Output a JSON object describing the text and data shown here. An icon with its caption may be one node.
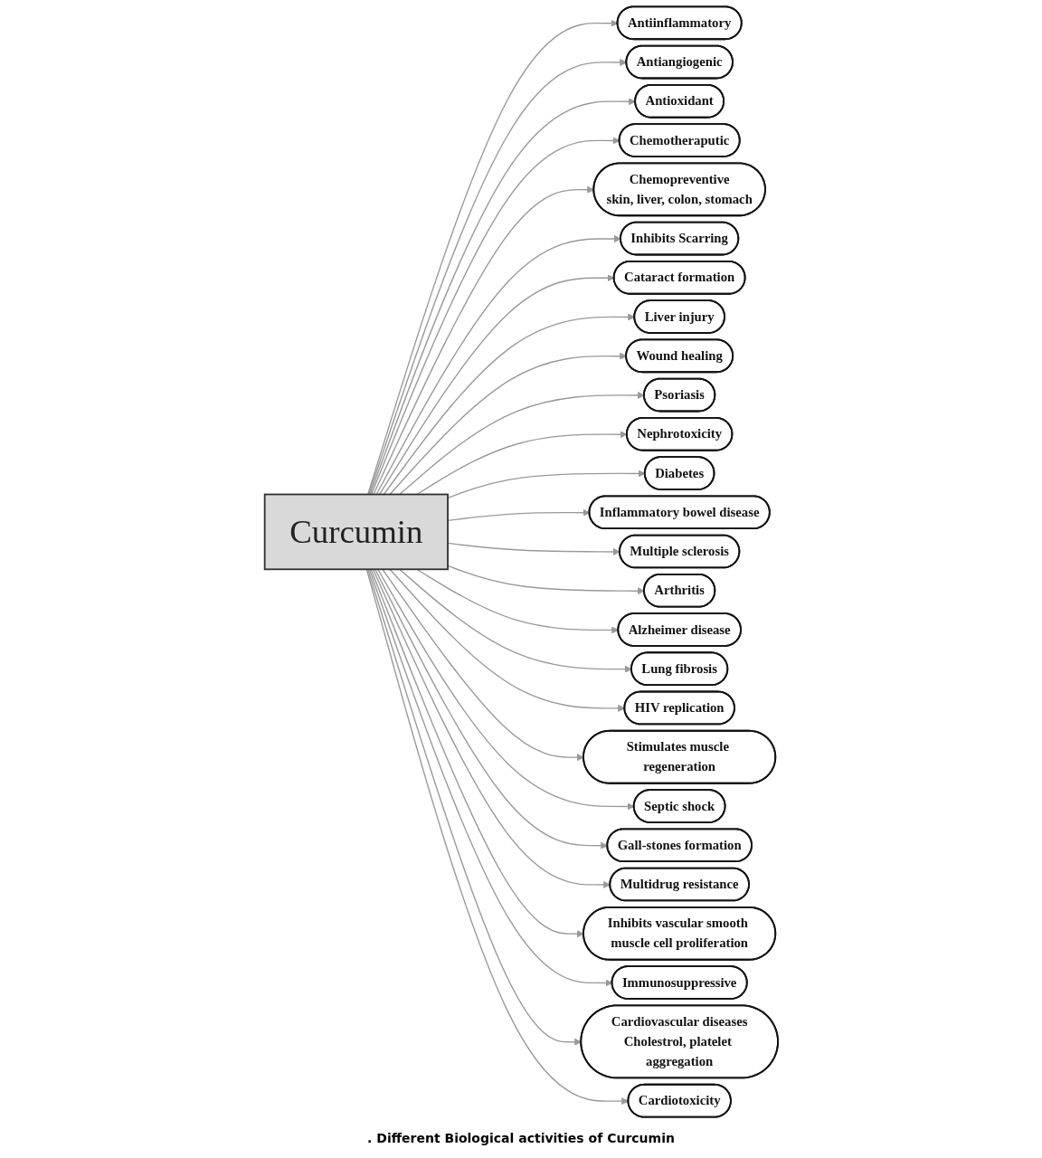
{
  "diagram": {
    "caption": ". Different Biological activities of Curcumin",
    "nodes": [
      {
        "text": [
          "Curcumin"
        ]
      },
      {
        "text": [
          "Antiinflammatory"
        ]
      },
      {
        "text": [
          "Antiangiogenic"
        ]
      },
      {
        "text": [
          "Antioxidant"
        ]
      },
      {
        "text": [
          "Chemotheraputic"
        ]
      },
      {
        "text": [
          "Chemopreventive",
          "skin, liver, colon, stomach"
        ]
      },
      {
        "text": [
          "Inhibits Scarring"
        ]
      },
      {
        "text": [
          "Cataract formation"
        ]
      },
      {
        "text": [
          "Liver injury"
        ]
      },
      {
        "text": [
          "Wound healing"
        ]
      },
      {
        "text": [
          "Psoriasis"
        ]
      },
      {
        "text": [
          "Nephrotoxicity"
        ]
      },
      {
        "text": [
          "Diabetes"
        ]
      },
      {
        "text": [
          "Inflammatory bowel disease"
        ]
      },
      {
        "text": [
          "Multiple sclerosis"
        ]
      },
      {
        "text": [
          "Arthritis"
        ]
      },
      {
        "text": [
          "Alzheimer disease"
        ]
      },
      {
        "text": [
          "Lung fibrosis"
        ]
      },
      {
        "text": [
          "HIV replication"
        ]
      },
      {
        "text": [
          "Stimulates muscle regeneration"
        ]
      },
      {
        "text": [
          "Septic shock"
        ]
      },
      {
        "text": [
          "Gall-stones formation"
        ]
      },
      {
        "text": [
          "Multidrug resistance"
        ]
      },
      {
        "text": [
          "Inhibits vascular smooth muscle cell proliferation"
        ]
      },
      {
        "text": [
          "Immunosuppressive"
        ]
      },
      {
        "text": [
          "Cardiovascular diseases",
          "Cholestrol, platelet aggregation"
        ]
      },
      {
        "text": [
          "Cardiotoxicity"
        ]
      }
    ],
    "edges": [
      {
        "from": 0,
        "to": 1,
        "arrow": "to"
      },
      {
        "from": 0,
        "to": 2,
        "arrow": "to"
      },
      {
        "from": 0,
        "to": 3,
        "arrow": "to"
      },
      {
        "from": 0,
        "to": 4,
        "arrow": "to"
      },
      {
        "from": 0,
        "to": 5,
        "arrow": "to"
      },
      {
        "from": 0,
        "to": 6,
        "arrow": "to"
      },
      {
        "from": 0,
        "to": 7,
        "arrow": "to"
      },
      {
        "from": 0,
        "to": 8,
        "arrow": "to"
      },
      {
        "from": 0,
        "to": 9,
        "arrow": "to"
      },
      {
        "from": 0,
        "to": 10,
        "arrow": "to"
      },
      {
        "from": 0,
        "to": 11,
        "arrow": "to"
      },
      {
        "from": 0,
        "to": 12,
        "arrow": "to"
      },
      {
        "from": 0,
        "to": 13,
        "arrow": "to"
      },
      {
        "from": 0,
        "to": 14,
        "arrow": "to"
      },
      {
        "from": 0,
        "to": 15,
        "arrow": "to"
      },
      {
        "from": 0,
        "to": 16,
        "arrow": "to"
      },
      {
        "from": 0,
        "to": 17,
        "arrow": "to"
      },
      {
        "from": 0,
        "to": 18,
        "arrow": "to"
      },
      {
        "from": 0,
        "to": 19,
        "arrow": "to"
      },
      {
        "from": 0,
        "to": 20,
        "arrow": "to"
      },
      {
        "from": 0,
        "to": 21,
        "arrow": "to"
      },
      {
        "from": 0,
        "to": 22,
        "arrow": "to"
      },
      {
        "from": 0,
        "to": 23,
        "arrow": "to"
      },
      {
        "from": 0,
        "to": 24,
        "arrow": "to"
      },
      {
        "from": 0,
        "to": 25,
        "arrow": "to"
      },
      {
        "from": 0,
        "to": 26,
        "arrow": "to"
      }
    ]
  }
}
